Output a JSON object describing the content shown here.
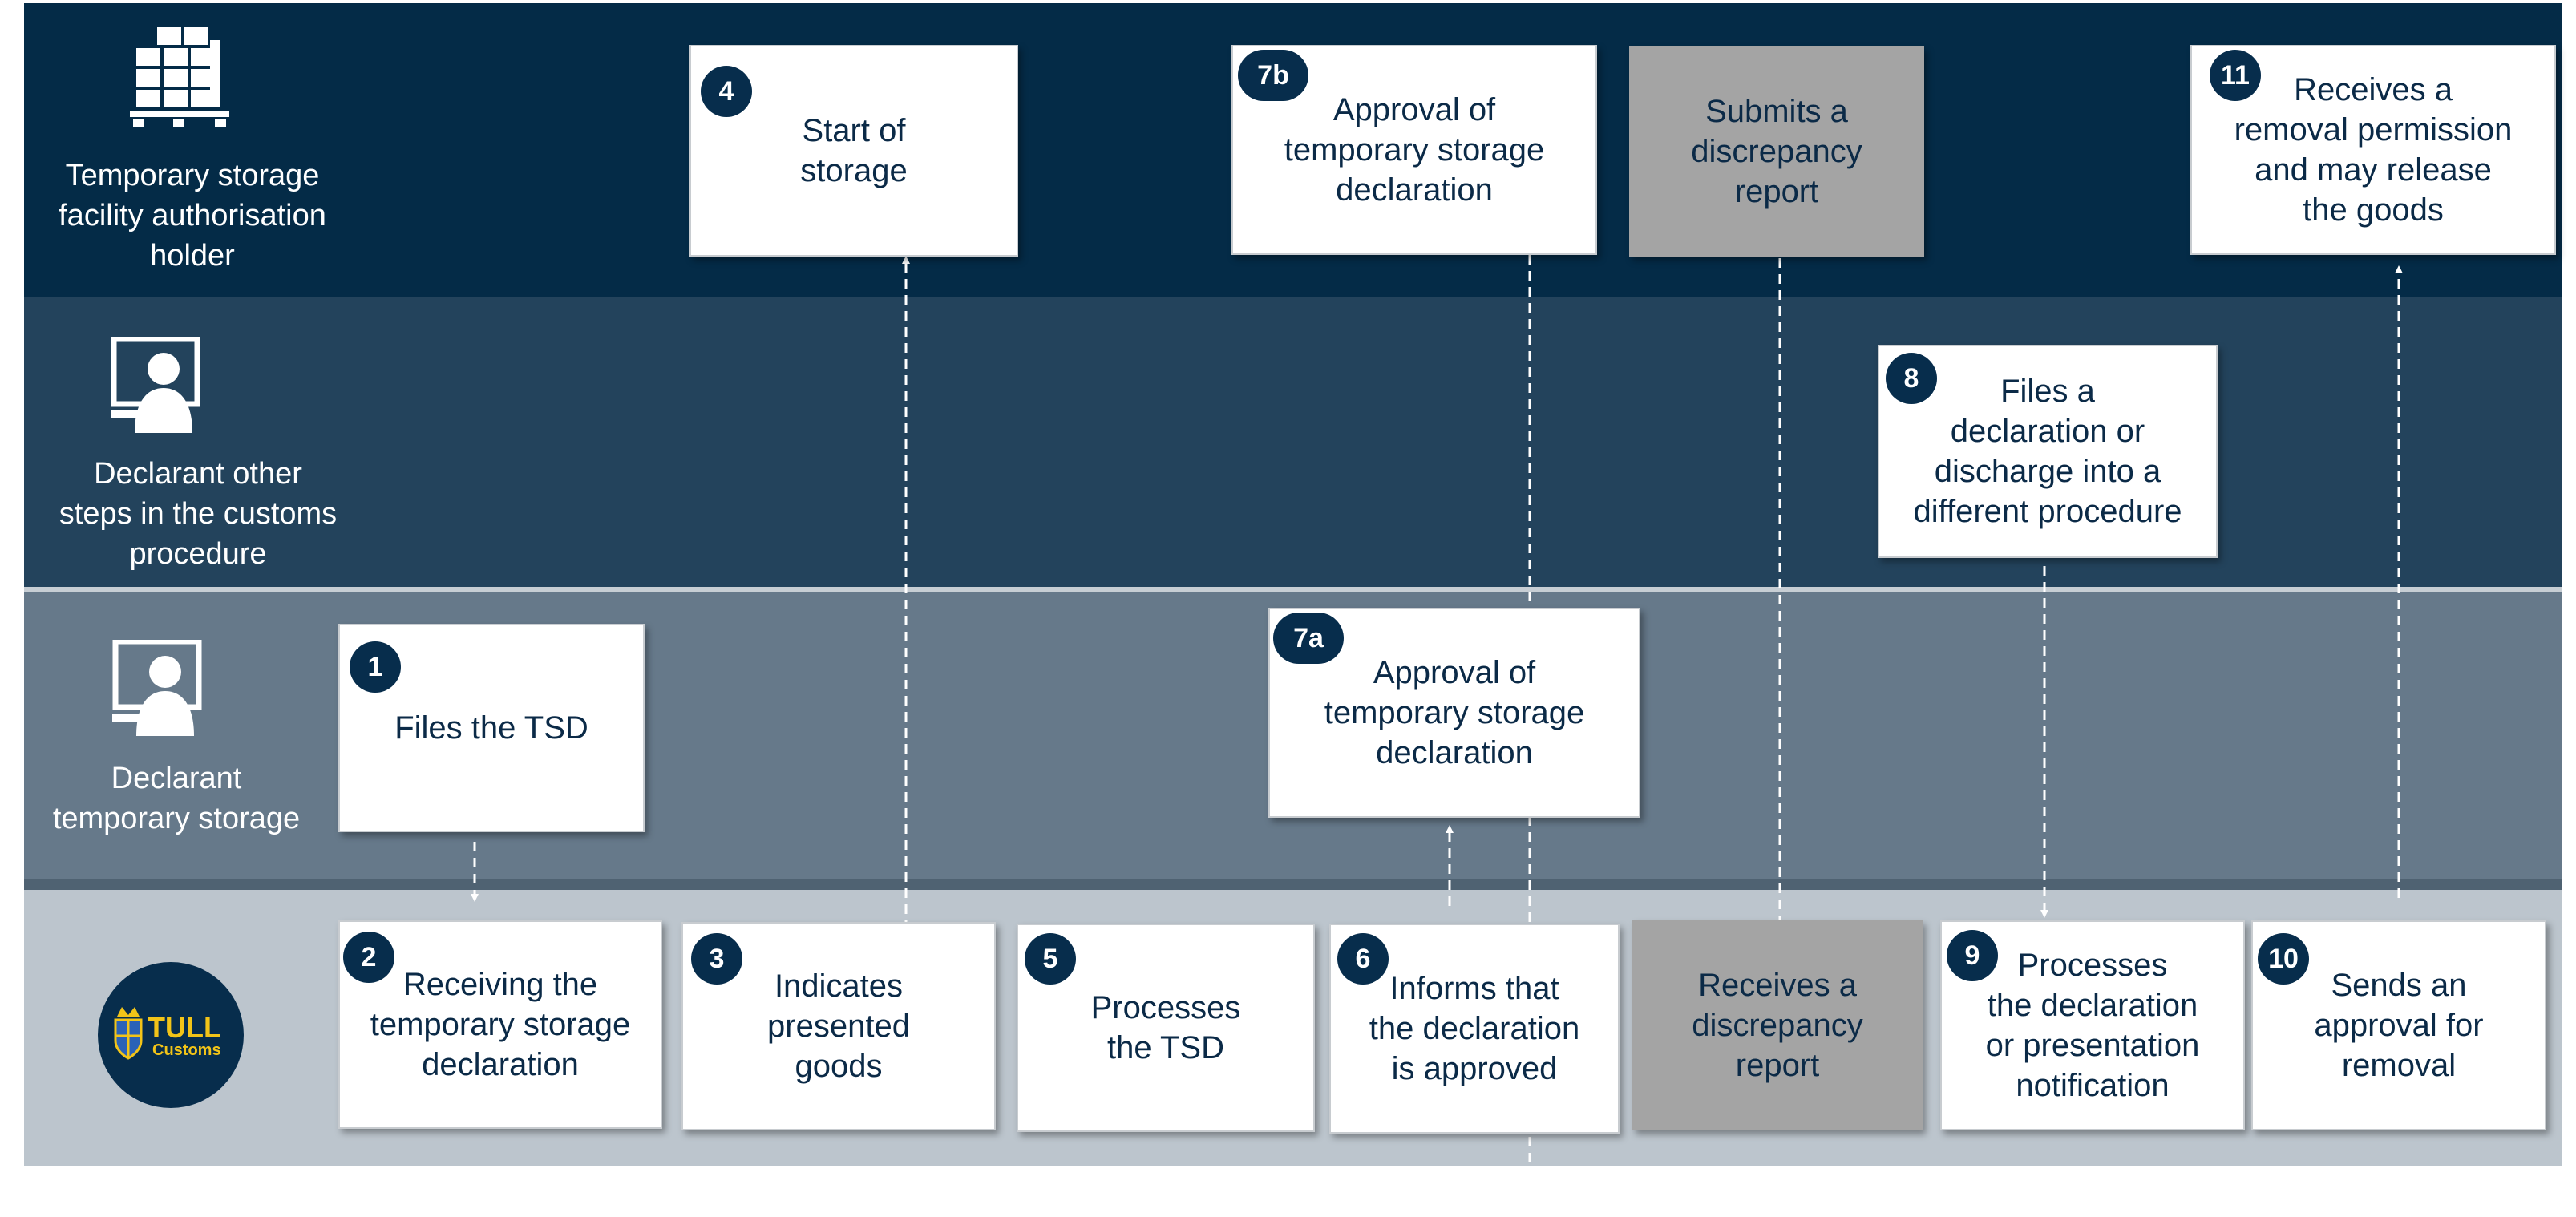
{
  "lanes": [
    {
      "label": "Temporary storage\nfacility authorisation\nholder",
      "icon": "pallet-boxes-icon"
    },
    {
      "label": "Declarant other\nsteps in the customs\nprocedure",
      "icon": "computer-user-icon"
    },
    {
      "label": "Declarant\ntemporary storage",
      "icon": "computer-user-icon"
    },
    {
      "label": "",
      "icon": "customs-logo-icon"
    }
  ],
  "logo": {
    "brand": "TULL",
    "sub": "Customs"
  },
  "steps": {
    "s1": {
      "num": "1",
      "text": "Files the TSD"
    },
    "s2": {
      "num": "2",
      "text": "Receiving the\ntemporary storage\ndeclaration"
    },
    "s3": {
      "num": "3",
      "text": "Indicates\npresented\ngoods"
    },
    "s4": {
      "num": "4",
      "text": "Start of\nstorage"
    },
    "s5": {
      "num": "5",
      "text": "Processes\nthe TSD"
    },
    "s6": {
      "num": "6",
      "text": "Informs that\nthe declaration\nis approved"
    },
    "s7a": {
      "num": "7a",
      "text": "Approval of\ntemporary storage\ndeclaration"
    },
    "s7b": {
      "num": "7b",
      "text": "Approval of\ntemporary storage\ndeclaration"
    },
    "submits": {
      "text": "Submits a\ndiscrepancy\nreport"
    },
    "receives": {
      "text": "Receives a\ndiscrepancy\nreport"
    },
    "s8": {
      "num": "8",
      "text": "Files a\ndeclaration or\ndischarge into a\ndifferent procedure"
    },
    "s9": {
      "num": "9",
      "text": "Processes\nthe declaration\nor presentation\nnotification"
    },
    "s10": {
      "num": "10",
      "text": "Sends an\napproval for\nremoval"
    },
    "s11": {
      "num": "11",
      "text": "Receives a\nremoval permission\nand may release\nthe goods"
    }
  },
  "colors": {
    "lane1": "#042b47",
    "lane2": "#23435c",
    "lane3": "#66798a",
    "lane4": "#bcc5cd",
    "badge": "#072d4c",
    "gray_box": "#a4a4a4",
    "logo_text": "#f2c418"
  }
}
